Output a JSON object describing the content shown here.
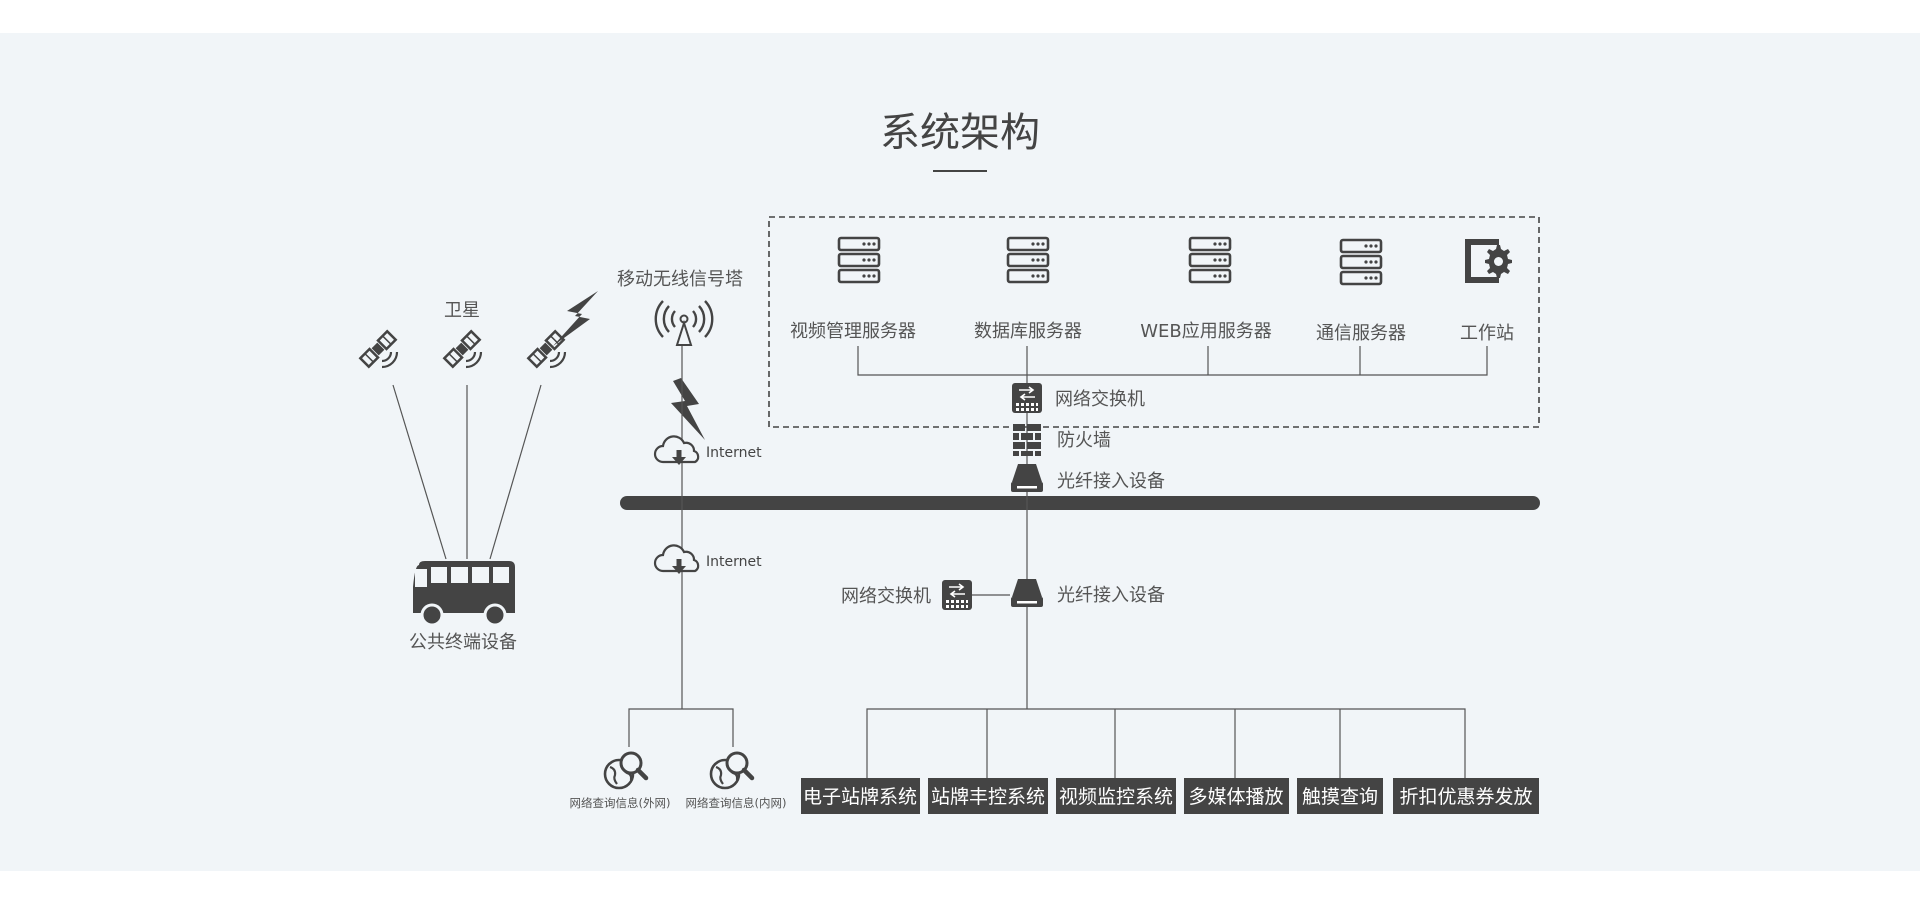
{
  "title": "系统架构",
  "satellite_group": {
    "label": "卫星",
    "satellites": [
      "satellite-1",
      "satellite-2",
      "satellite-3"
    ]
  },
  "tower": {
    "label": "移动无线信号塔"
  },
  "internet_top": {
    "label": "Internet"
  },
  "internet_bottom": {
    "label": "Internet"
  },
  "terminal": {
    "label": "公共终端设备"
  },
  "servers": [
    {
      "label": "视频管理服务器",
      "icon": "server-icon"
    },
    {
      "label": "数据库服务器",
      "icon": "server-icon"
    },
    {
      "label": "WEB应用服务器",
      "icon": "server-icon"
    },
    {
      "label": "通信服务器",
      "icon": "server-icon"
    },
    {
      "label": "工作站",
      "icon": "workstation-gear-icon"
    }
  ],
  "core": {
    "switch_label": "网络交换机",
    "firewall_label": "防火墙",
    "fiber_label": "光纤接入设备"
  },
  "edge": {
    "switch_label": "网络交换机",
    "fiber_label": "光纤接入设备"
  },
  "query": [
    {
      "label": "网络查询信息(外网)"
    },
    {
      "label": "网络查询信息(内网)"
    }
  ],
  "systems": [
    {
      "label": "电子站牌系统"
    },
    {
      "label": "站牌丰控系统"
    },
    {
      "label": "视频监控系统"
    },
    {
      "label": "多媒体播放"
    },
    {
      "label": "触摸查询"
    },
    {
      "label": "折扣优惠券发放"
    }
  ],
  "colors": {
    "background": "#f1f5f8",
    "ink": "#444444",
    "box": "#444444",
    "box_text": "#ffffff"
  }
}
